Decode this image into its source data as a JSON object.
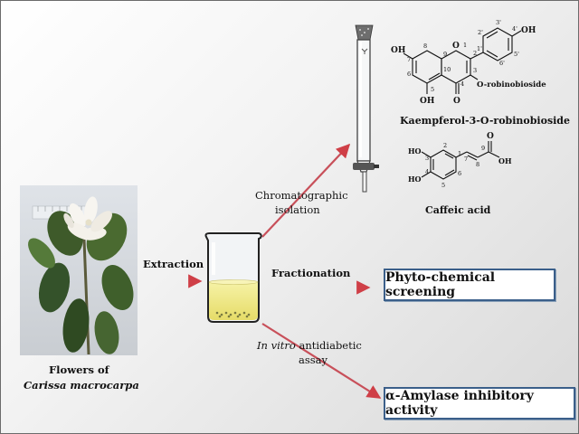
{
  "labels": {
    "extraction": "Extraction",
    "fractionation": "Fractionation",
    "chromatographic_line1": "Chromatographic",
    "chromatographic_line2": "isolation",
    "in_vitro": "In vitro",
    "antidiabetic": " antidiabetic",
    "assay": "assay",
    "flowers_of": "Flowers of",
    "species": "Carissa macrocarpa"
  },
  "compounds": {
    "kaempferol": {
      "name": "Kaempferol-3-O-robinobioside",
      "substituent": "O-robinobioside",
      "oh": "OH",
      "oxygen": "O",
      "atom_numbers": [
        "1",
        "2",
        "3",
        "4",
        "5",
        "6",
        "7",
        "8",
        "9",
        "10",
        "1'",
        "2'",
        "3'",
        "4'",
        "5'",
        "6'"
      ]
    },
    "caffeic": {
      "name": "Caffeic acid",
      "ho": "HO",
      "oh": "OH",
      "oxygen": "O",
      "atom_numbers": [
        "1",
        "2",
        "3",
        "4",
        "5",
        "6",
        "7",
        "8",
        "9"
      ]
    }
  },
  "results": {
    "screening": "Phyto-chemical screening",
    "amylase": "α-Amylase inhibitory activity"
  },
  "colors": {
    "arrow_red": "#d4424a",
    "arrow_blue": "#7a93b5",
    "box_border": "#3b5f8a",
    "extract_yellow": "#f3ec8a"
  }
}
